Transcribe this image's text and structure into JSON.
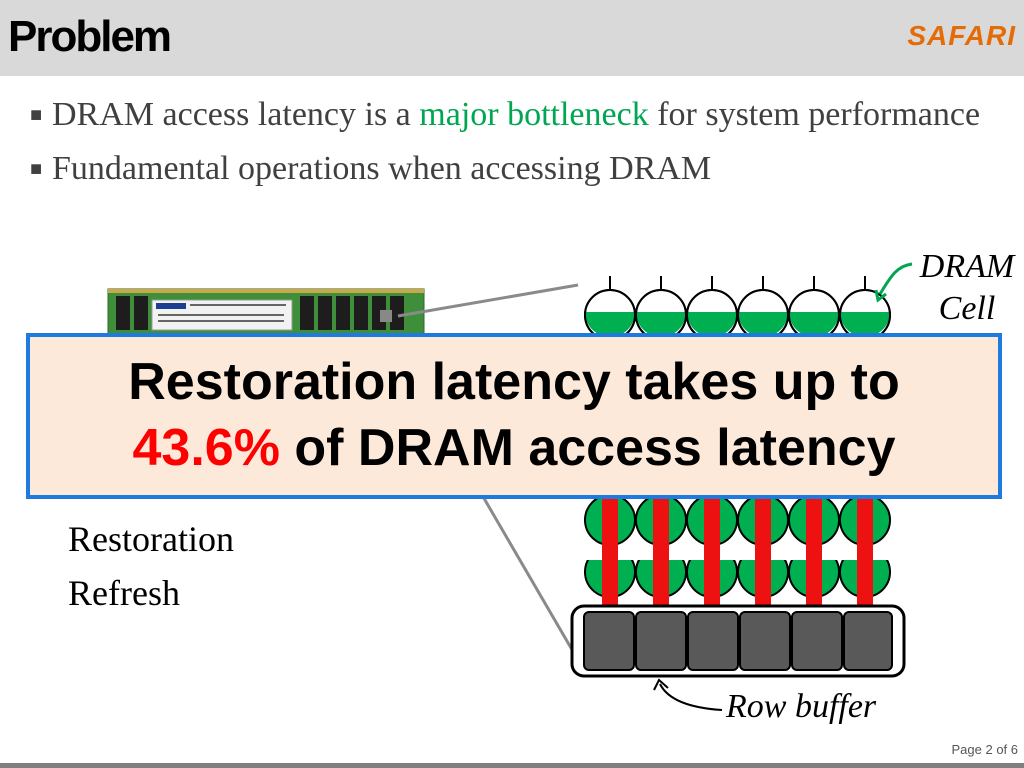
{
  "slide": {
    "title": "Problem",
    "logo": "SAFARI",
    "page": "Page 2 of 6"
  },
  "bullets": [
    {
      "before": "DRAM access latency is a ",
      "highlight": "major bottleneck",
      "after": " for system performance"
    },
    {
      "text": "Fundamental operations when accessing DRAM"
    }
  ],
  "operations": [
    "Restoration",
    "Refresh"
  ],
  "diagram": {
    "cell_label": "DRAM Cell",
    "row_buffer_label": "Row buffer"
  },
  "callout": {
    "line1": "Restoration latency takes up to",
    "percent": "43.6%",
    "line2_rest": " of DRAM access latency"
  },
  "colors": {
    "title_bar": "#d9d9d9",
    "logo": "#e36c09",
    "highlight": "#00a651",
    "callout_bg": "#fde9d9",
    "callout_border": "#1f7ae0",
    "percent": "#ff0000"
  }
}
